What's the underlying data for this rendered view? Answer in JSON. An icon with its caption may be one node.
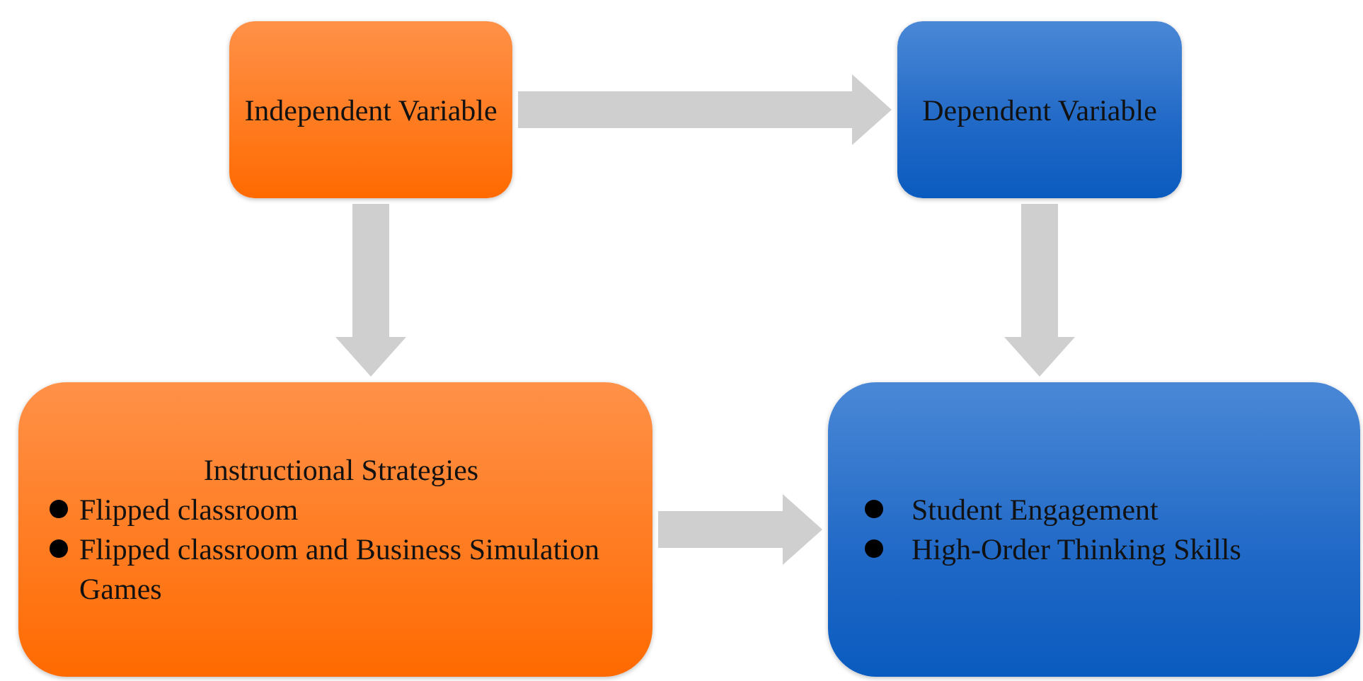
{
  "diagram": {
    "nodes": [
      {
        "text": [
          "Independent Variable"
        ]
      },
      {
        "text": [
          "Dependent Variable"
        ]
      },
      {
        "text": [
          "Instructional Strategies",
          "Flipped classroom",
          "Flipped classroom and Business Simulation Games"
        ]
      },
      {
        "text": [
          "Student Engagement",
          "High-Order Thinking Skills"
        ]
      }
    ],
    "edges": [
      {
        "from": 0,
        "to": 1,
        "arrow": "to"
      },
      {
        "from": 0,
        "to": 2,
        "arrow": "to"
      },
      {
        "from": 1,
        "to": 3,
        "arrow": "to"
      },
      {
        "from": 2,
        "to": 3,
        "arrow": "to"
      }
    ]
  }
}
